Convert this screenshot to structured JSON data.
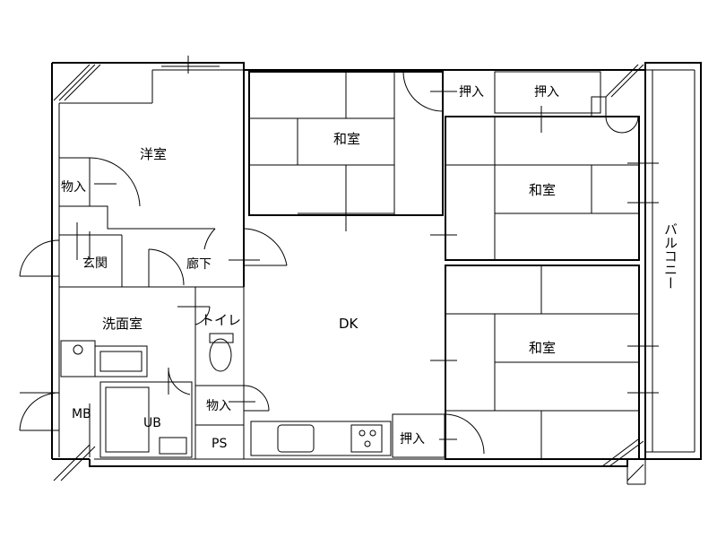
{
  "rooms": {
    "western_room": "洋室",
    "storage_1": "物入",
    "entrance": "玄関",
    "hallway": "廊下",
    "washroom": "洗面室",
    "toilet": "トイレ",
    "unit_bath": "UB",
    "meter_box": "MB",
    "storage_2": "物入",
    "pipe_space": "PS",
    "dining_kitchen": "DK",
    "japanese_room_1": "和室",
    "japanese_room_2": "和室",
    "japanese_room_3": "和室",
    "closet_1": "押入",
    "closet_2": "押入",
    "closet_3": "押入",
    "balcony": "バルコニー"
  }
}
